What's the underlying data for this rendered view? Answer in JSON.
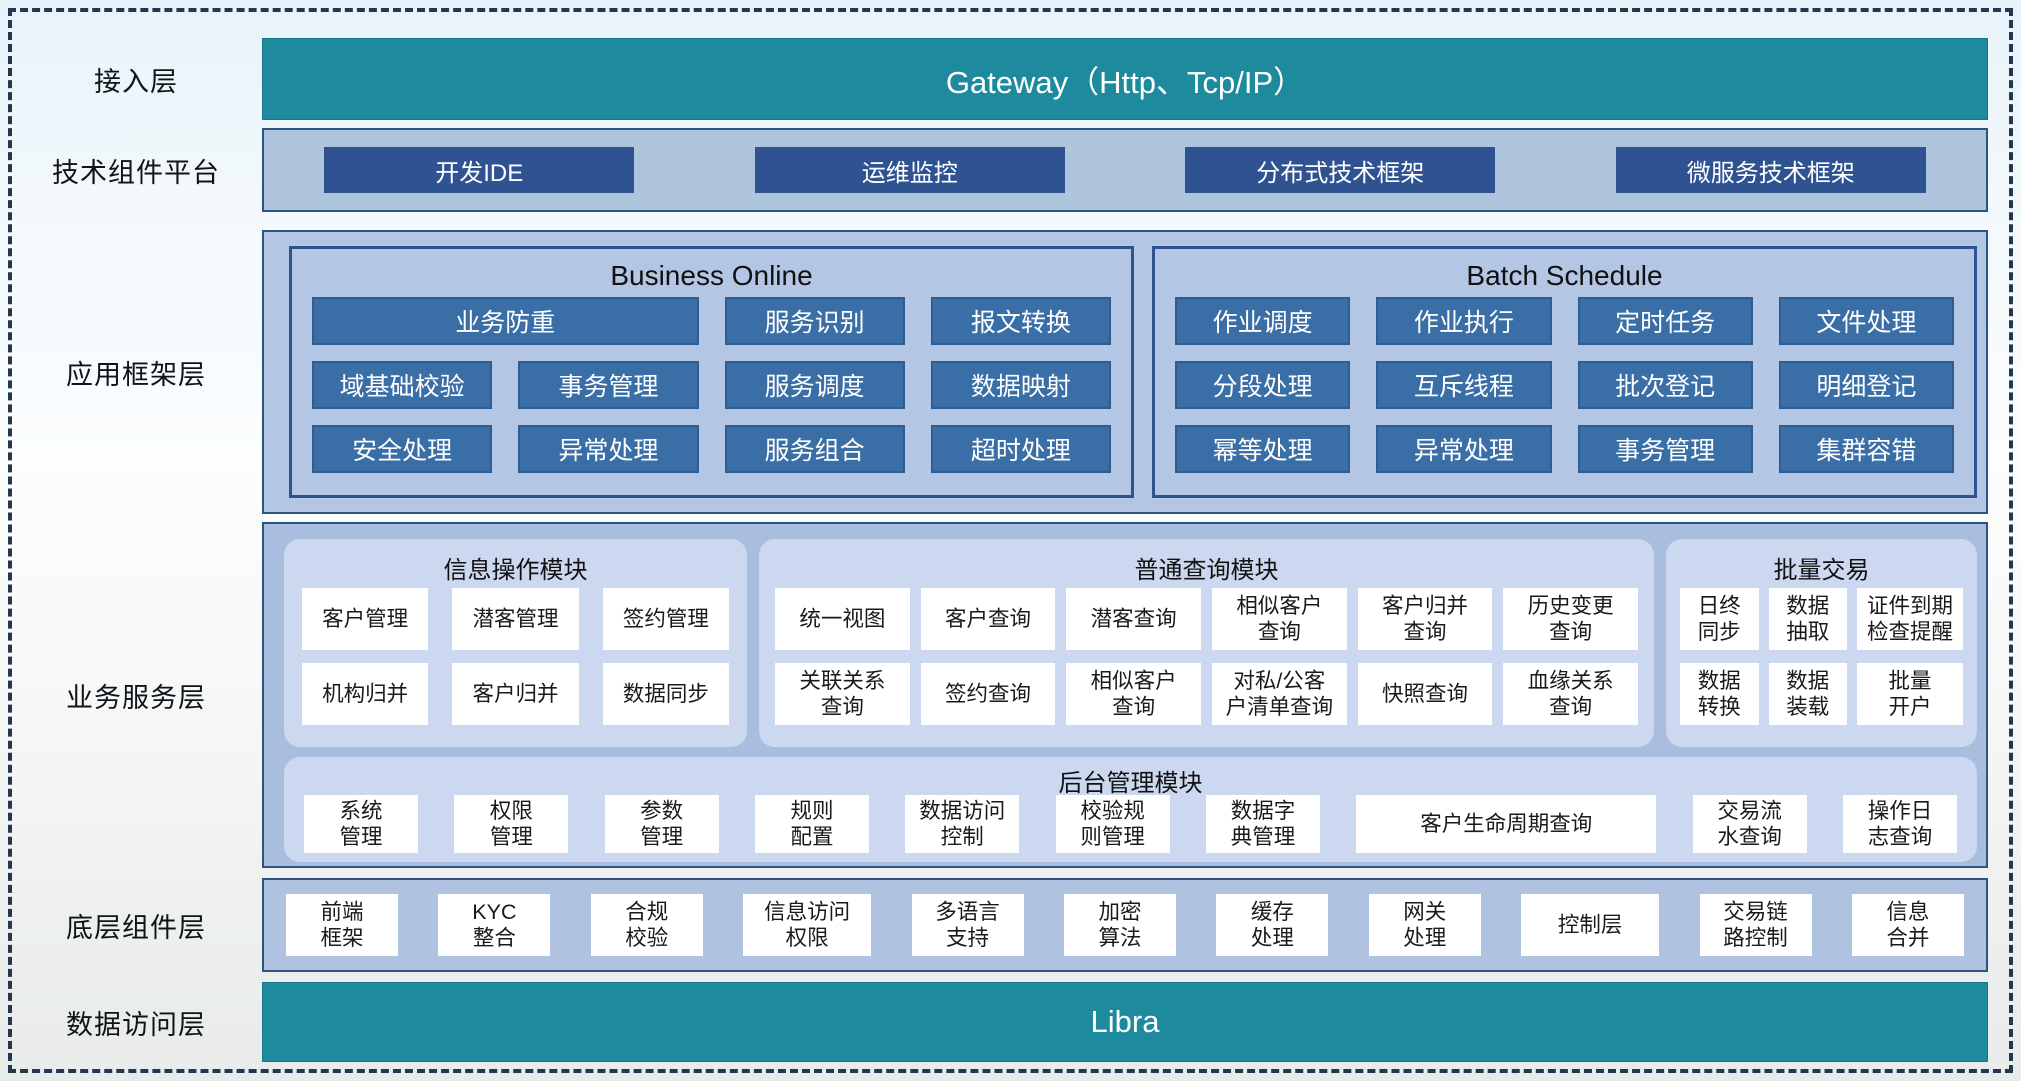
{
  "colors": {
    "teal": "#1E8A9E",
    "navy_button": "#2F5391",
    "framework_button": "#3A6EA6",
    "panel_light_blue": "#AFC4DD",
    "framework_panel": "#B3C6E3",
    "services_panel": "#A9BDDE",
    "module_panel": "#CCD8F0",
    "panel_border": "#2B5580",
    "dashed_border": "#23384F"
  },
  "access_layer": {
    "label": "接入层",
    "gateway_text": "Gateway（Http、Tcp/IP）"
  },
  "tech_platform": {
    "label": "技术组件平台",
    "items": [
      "开发IDE",
      "运维监控",
      "分布式技术框架",
      "微服务技术框架"
    ]
  },
  "app_framework": {
    "label": "应用框架层",
    "business_online": {
      "title": "Business Online",
      "wide_item": "业务防重",
      "items": [
        "服务识别",
        "报文转换",
        "域基础校验",
        "事务管理",
        "服务调度",
        "数据映射",
        "安全处理",
        "异常处理",
        "服务组合",
        "超时处理"
      ]
    },
    "batch_schedule": {
      "title": "Batch Schedule",
      "items": [
        "作业调度",
        "作业执行",
        "定时任务",
        "文件处理",
        "分段处理",
        "互斥线程",
        "批次登记",
        "明细登记",
        "幂等处理",
        "异常处理",
        "事务管理",
        "集群容错"
      ]
    }
  },
  "business_services": {
    "label": "业务服务层",
    "info_ops": {
      "title": "信息操作模块",
      "items": [
        "客户管理",
        "潜客管理",
        "签约管理",
        "机构归并",
        "客户归并",
        "数据同步"
      ]
    },
    "query": {
      "title": "普通查询模块",
      "items": [
        "统一视图",
        "客户查询",
        "潜客查询",
        "相似客户\n查询",
        "客户归并\n查询",
        "历史变更\n查询",
        "关联关系\n查询",
        "签约查询",
        "相似客户\n查询",
        "对私/公客\n户清单查询",
        "快照查询",
        "血缘关系\n查询"
      ]
    },
    "batch_trade": {
      "title": "批量交易",
      "items": [
        "日终\n同步",
        "数据\n抽取",
        "证件到期\n检查提醒",
        "数据\n转换",
        "数据\n装载",
        "批量\n开户"
      ]
    },
    "admin": {
      "title": "后台管理模块",
      "items": [
        "系统\n管理",
        "权限\n管理",
        "参数\n管理",
        "规则\n配置",
        "数据访问\n控制",
        "校验规\n则管理",
        "数据字\n典管理",
        "客户生命周期查询",
        "交易流\n水查询",
        "操作日\n志查询"
      ]
    }
  },
  "base_components": {
    "label": "底层组件层",
    "items": [
      "前端\n框架",
      "KYC\n整合",
      "合规\n校验",
      "信息访问\n权限",
      "多语言\n支持",
      "加密\n算法",
      "缓存\n处理",
      "网关\n处理",
      "控制层",
      "交易链\n路控制",
      "信息\n合并"
    ]
  },
  "data_access": {
    "label": "数据访问层",
    "bar_text": "Libra"
  }
}
